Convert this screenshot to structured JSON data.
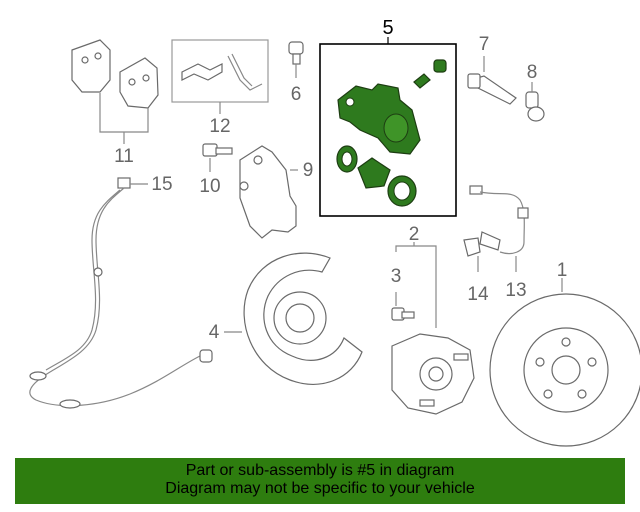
{
  "callouts": {
    "c1": "1",
    "c2": "2",
    "c3": "3",
    "c4": "4",
    "c5": "5",
    "c6": "6",
    "c7": "7",
    "c8": "8",
    "c9": "9",
    "c10": "10",
    "c11": "11",
    "c12": "12",
    "c13": "13",
    "c14": "14",
    "c15": "15"
  },
  "banner": {
    "line1": "Part or sub-assembly is #5 in diagram",
    "line2": "Diagram may not be specific to your vehicle"
  },
  "colors": {
    "highlight": "#2e7a1e",
    "banner": "#2e7d0f",
    "line": "#888888"
  }
}
